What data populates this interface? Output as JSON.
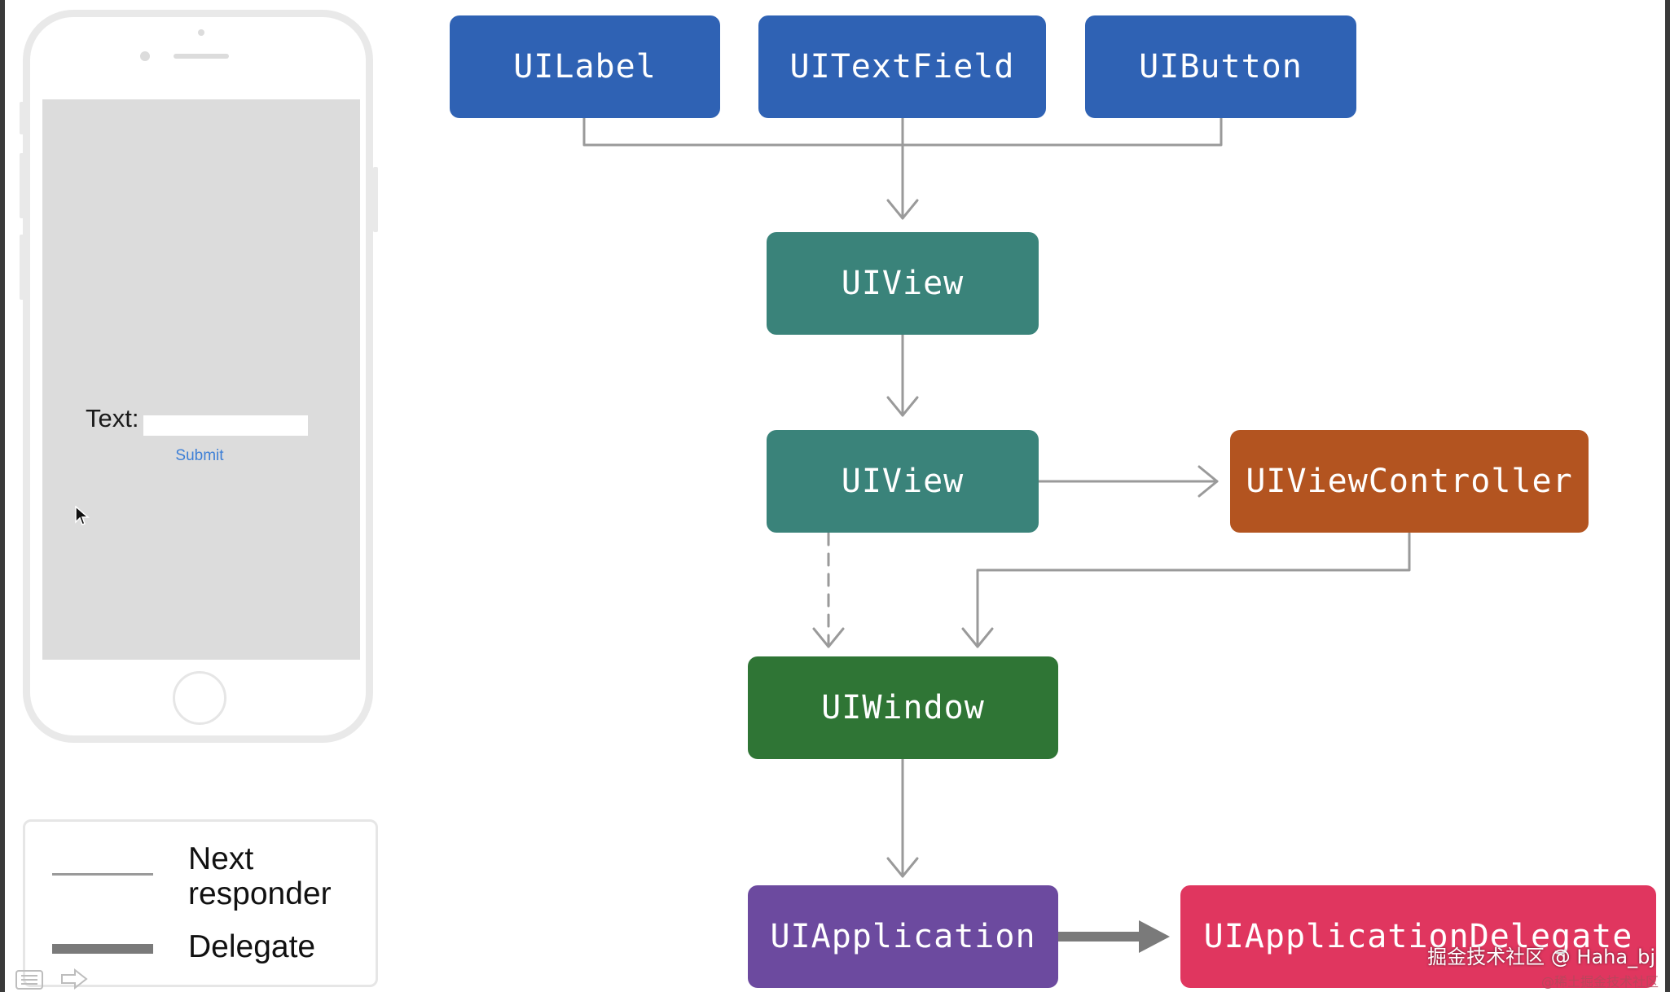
{
  "colors": {
    "view_blue": "#2f62b4",
    "view_teal": "#3a837a",
    "window_green": "#2f7535",
    "controller_orange": "#b35420",
    "application_purple": "#6c4a9f",
    "delegate_pink": "#e0365f",
    "next_responder_line": "#9a9a9a",
    "delegate_line": "#7a7a7a"
  },
  "phone": {
    "text_label": "Text:",
    "text_value": "",
    "submit_label": "Submit",
    "icons": [
      "camera-icon",
      "speaker-icon",
      "home-button-icon",
      "mouse-cursor-icon"
    ]
  },
  "legend": {
    "next_responder": "Next responder",
    "delegate": "Delegate"
  },
  "diagram": {
    "nodes": {
      "uilabel": "UILabel",
      "uitextfield": "UITextField",
      "uibutton": "UIButton",
      "uiview_1": "UIView",
      "uiview_2": "UIView",
      "uiviewcontroller": "UIViewController",
      "uiwindow": "UIWindow",
      "uiapplication": "UIApplication",
      "uiapplicationdelegate": "UIApplicationDelegate"
    },
    "edges": [
      {
        "from": "UILabel",
        "to": "UIView",
        "kind": "next-responder"
      },
      {
        "from": "UITextField",
        "to": "UIView",
        "kind": "next-responder"
      },
      {
        "from": "UIButton",
        "to": "UIView",
        "kind": "next-responder"
      },
      {
        "from": "UIView",
        "to": "UIView",
        "kind": "next-responder"
      },
      {
        "from": "UIView",
        "to": "UIViewController",
        "kind": "next-responder"
      },
      {
        "from": "UIView",
        "to": "UIWindow",
        "kind": "next-responder-dashed"
      },
      {
        "from": "UIViewController",
        "to": "UIWindow",
        "kind": "next-responder"
      },
      {
        "from": "UIWindow",
        "to": "UIApplication",
        "kind": "next-responder"
      },
      {
        "from": "UIApplication",
        "to": "UIApplicationDelegate",
        "kind": "delegate"
      }
    ]
  },
  "watermark": {
    "main": "掘金技术社区 @ Haha_bj",
    "small": "@稀土掘金技术社区"
  }
}
